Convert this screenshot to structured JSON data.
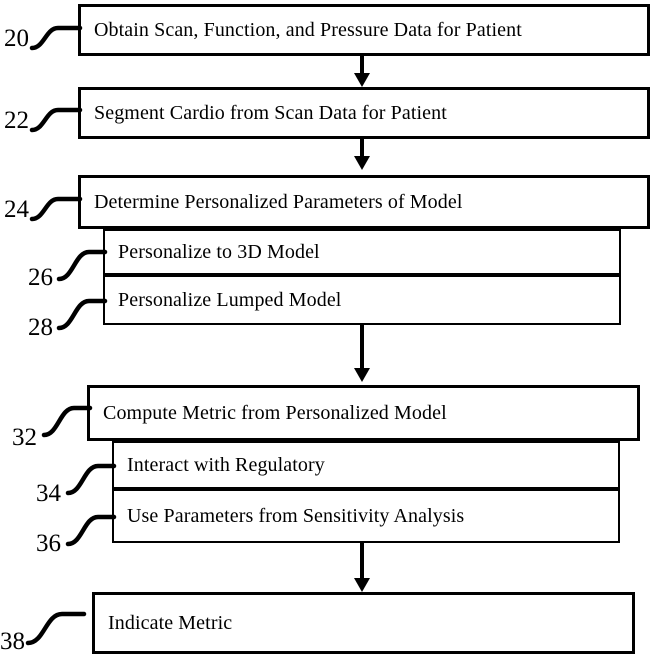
{
  "figure": {
    "title": "Cardiac model personalization flowchart",
    "background_color": "#ffffff",
    "line_color": "#000000"
  },
  "steps": [
    {
      "ref": "20",
      "label": "Obtain Scan, Function, and Pressure Data for Patient",
      "name": "obtain-data-step"
    },
    {
      "ref": "22",
      "label": "Segment Cardio from Scan Data for Patient",
      "name": "segment-cardio-step"
    },
    {
      "ref": "24",
      "label": "Determine Personalized Parameters of Model",
      "name": "determine-parameters-step"
    },
    {
      "ref": "26",
      "label": "Personalize to 3D Model",
      "name": "personalize-3d-model-substep"
    },
    {
      "ref": "28",
      "label": "Personalize Lumped Model",
      "name": "personalize-lumped-model-substep"
    },
    {
      "ref": "32",
      "label": "Compute Metric from Personalized Model",
      "name": "compute-metric-step"
    },
    {
      "ref": "34",
      "label": "Interact with Regulatory",
      "name": "interact-regulatory-substep"
    },
    {
      "ref": "36",
      "label": "Use Parameters from Sensitivity Analysis",
      "name": "use-parameters-substep"
    },
    {
      "ref": "38",
      "label": "Indicate Metric",
      "name": "indicate-metric-step"
    }
  ],
  "connectors": [
    {
      "name": "arrow-20-to-22"
    },
    {
      "name": "arrow-22-to-24"
    },
    {
      "name": "arrow-28-to-32"
    },
    {
      "name": "arrow-36-to-38"
    }
  ]
}
